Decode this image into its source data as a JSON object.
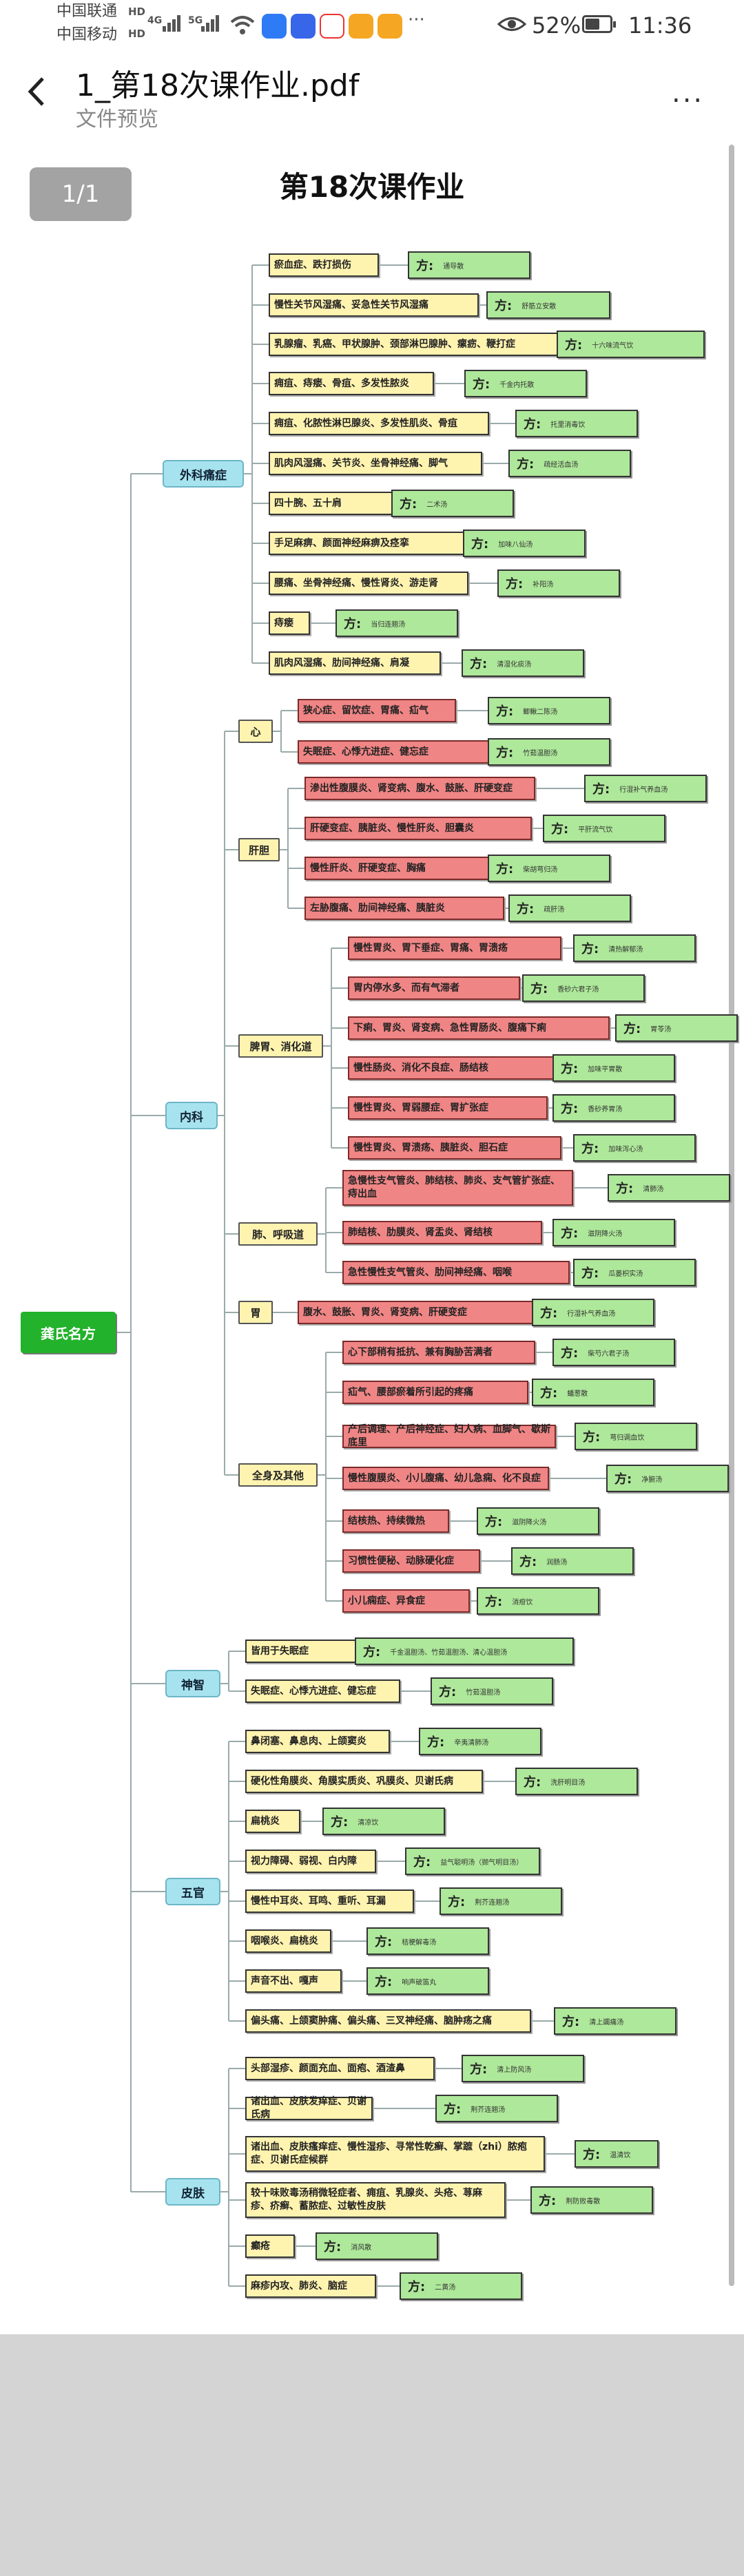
{
  "status": {
    "carrier1": "中国联通",
    "carrier2": "中国移动",
    "net1": "HD",
    "net2": "HD",
    "g1": "4G",
    "g2": "5G",
    "battery": "52%",
    "time": "11:36",
    "more": "···"
  },
  "header": {
    "title": "1_第18次课作业.pdf",
    "subtitle": "文件预览",
    "more": "..."
  },
  "doc": {
    "page_indicator": "1/1",
    "title": "第18次课作业",
    "root": "龚氏名方",
    "fang_label": "方:"
  },
  "mindmap": [
    {
      "cat": "外科痛症",
      "items": [
        {
          "d": "瘀血症、跌打损伤",
          "f": "通导散"
        },
        {
          "d": "慢性关节风湿痛、妥急性关节风湿痛",
          "f": "舒筋立安散"
        },
        {
          "d": "乳腺瘤、乳癌、甲状腺肿、颈部淋巴腺肿、瘰疬、鞭打症",
          "f": "十六味流气饮"
        },
        {
          "d": "痈疽、痔瘘、骨疽、多发性脓炎",
          "f": "千金内托散"
        },
        {
          "d": "痈疽、化脓性淋巴腺炎、多发性肌炎、骨疽",
          "f": "托里消毒饮"
        },
        {
          "d": "肌肉风湿痛、关节炎、坐骨神经痛、脚气",
          "f": "疏经活血汤"
        },
        {
          "d": "四十腕、五十肩",
          "f": "二术汤"
        },
        {
          "d": "手足麻痹、颜面神经麻痹及痉挛",
          "f": "加味八仙汤"
        },
        {
          "d": "腰痛、坐骨神经痛、慢性肾炎、游走肾",
          "f": "补阳汤"
        },
        {
          "d": "痔瘘",
          "f": "当归连翘汤"
        },
        {
          "d": "肌肉风湿痛、肋间神经痛、肩凝",
          "f": "清湿化痰汤"
        }
      ]
    },
    {
      "cat": "内科",
      "groups": [
        {
          "sub": "心",
          "items": [
            {
              "d": "狭心症、留饮症、胃痛、疝气",
              "f": "鲫鳅二陈汤"
            },
            {
              "d": "失眠症、心悸亢进症、健忘症",
              "f": "竹茹温胆汤"
            }
          ]
        },
        {
          "sub": "肝胆",
          "items": [
            {
              "d": "滲出性腹膜炎、肾变病、腹水、鼓胀、肝硬变症",
              "f": "行湿补气养血汤"
            },
            {
              "d": "肝硬变症、胰脏炎、慢性肝炎、胆囊炎",
              "f": "平肝流气饮"
            },
            {
              "d": "慢性肝炎、肝硬变症、胸痛",
              "f": "柴胡芎归汤"
            },
            {
              "d": "左胁腹痛、肋间神经痛、胰脏炎",
              "f": "疏肝汤"
            }
          ]
        },
        {
          "sub": "脾胃、消化道",
          "items": [
            {
              "d": "慢性胃炎、胃下垂症、胃痛、胃溃疡",
              "f": "清热解郁汤"
            },
            {
              "d": "胃内停水多、而有气滞者",
              "f": "香砂六君子汤"
            },
            {
              "d": "下痢、胃炎、肾变病、急性胃肠炎、腹痛下痢",
              "f": "胃苓汤"
            },
            {
              "d": "慢性肠炎、消化不良症、肠结核",
              "f": "加味平胃散"
            },
            {
              "d": "慢性胃炎、胃弱腰症、胃扩张症",
              "f": "香砂养胃汤"
            },
            {
              "d": "慢性胃炎、胃溃疡、胰脏炎、胆石症",
              "f": "加味泻心汤"
            }
          ]
        },
        {
          "sub": "肺、呼吸道",
          "items": [
            {
              "d": "急慢性支气管炎、肺结核、肺炎、支气管扩张症、痔出血",
              "f": "清肺汤"
            },
            {
              "d": "肺结核、肋膜炎、肾盂炎、肾结核",
              "f": "滋阴降火汤"
            },
            {
              "d": "急性慢性支气管炎、肋间神经痛、咽喉",
              "f": "瓜蒌枳实汤"
            }
          ]
        },
        {
          "sub": "胃",
          "items": [
            {
              "d": "腹水、鼓胀、胃炎、肾变病、肝硬变症",
              "f": "行湿补气养血汤"
            }
          ]
        },
        {
          "sub": "全身及其他",
          "items": [
            {
              "d": "心下部稍有抵抗、兼有胸胁苦满者",
              "f": "柴芍六君子汤"
            },
            {
              "d": "疝气、腰部瘀着所引起的疼痛",
              "f": "蟠葱散"
            },
            {
              "d": "产后调理、产后神经症、妇人病、血脚气、歇斯底里",
              "f": "芎归调血饮"
            },
            {
              "d": "慢性腹膜炎、小儿腹痛、幼儿急痫、化不良症",
              "f": "净腑汤"
            },
            {
              "d": "结核热、持续微热",
              "f": "滋阴降火汤"
            },
            {
              "d": "习惯性便秘、动脉硬化症",
              "f": "润肠汤"
            },
            {
              "d": "小儿痫症、异食症",
              "f": "消疳饮"
            }
          ]
        }
      ]
    },
    {
      "cat": "神智",
      "items": [
        {
          "d": "皆用于失眠症",
          "f": "千金温胆汤、竹茹温胆汤、清心温胆汤"
        },
        {
          "d": "失眠症、心悸亢进症、健忘症",
          "f": "竹茹温胆汤"
        }
      ]
    },
    {
      "cat": "五官",
      "items": [
        {
          "d": "鼻闭塞、鼻息肉、上颌窦炎",
          "f": "辛夷清肺汤"
        },
        {
          "d": "硬化性角膜炎、角膜实质炎、巩膜炎、贝谢氏病",
          "f": "洗肝明目汤"
        },
        {
          "d": "扁桃炎",
          "f": "清凉饮"
        },
        {
          "d": "视力障碍、弱视、白内障",
          "f": "益气聪明汤（撷气明目汤）"
        },
        {
          "d": "慢性中耳炎、耳鸣、重听、耳漏",
          "f": "荆芥连翘汤"
        },
        {
          "d": "咽喉炎、扁桃炎",
          "f": "桔梗解毒汤"
        },
        {
          "d": "声音不出、嘎声",
          "f": "响声破笛丸"
        },
        {
          "d": "偏头痛、上颌窦肿痛、偏头痛、三叉神经痛、脑肿疡之痛",
          "f": "清上蠲痛汤"
        }
      ]
    },
    {
      "cat": "皮肤",
      "items": [
        {
          "d": "头部湿疹、颜面充血、面疱、酒渣鼻",
          "f": "清上防风汤"
        },
        {
          "d": "诸出血、皮肤发痒症、贝谢氏病",
          "f": "荆芥连翘汤"
        },
        {
          "d": "诸出血、皮肤瘙痒症、慢性湿疹、寻常性乾癣、掌蹠（zhi）脓疱症、贝谢氏症候群",
          "f": "温清饮"
        },
        {
          "d": "较十味败毒汤稍微轻症者、痈疽、乳腺炎、头疮、荨麻疹、疥癣、蓄脓症、过敏性皮肤",
          "f": "荆防败毒散"
        },
        {
          "d": "癫疮",
          "f": "消风散"
        },
        {
          "d": "麻疹内攻、肺炎、脑症",
          "f": "二黄汤"
        }
      ]
    }
  ]
}
